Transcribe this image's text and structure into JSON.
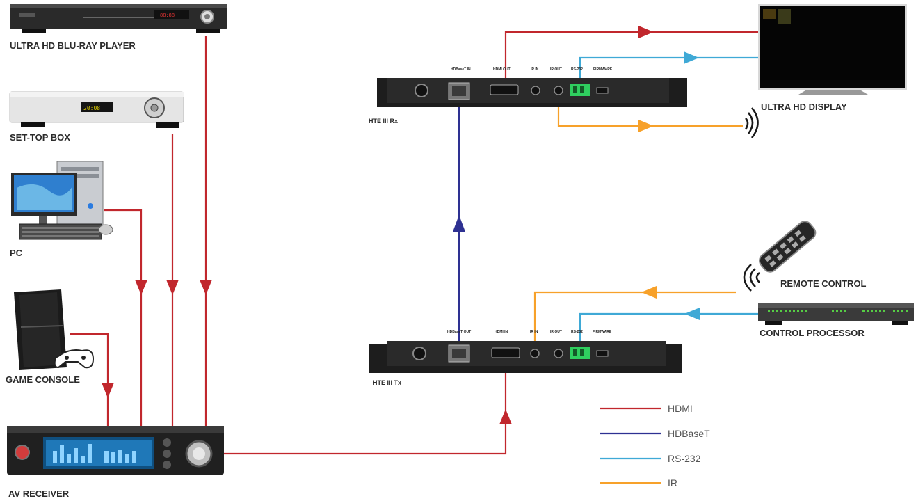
{
  "devices": {
    "bluray": "ULTRA HD BLU-RAY PLAYER",
    "stb": "SET-TOP BOX",
    "pc": "PC",
    "console": "GAME CONSOLE",
    "receiver": "AV RECEIVER",
    "rx": "HTE III Rx",
    "tx": "HTE III Tx",
    "display": "ULTRA HD DISPLAY",
    "remote": "REMOTE CONTROL",
    "processor": "CONTROL PROCESSOR"
  },
  "rx_ports": [
    "HDBaseT IN",
    "HDMI OUT",
    "IR IN",
    "IR OUT",
    "RS-232",
    "FIRMWARE"
  ],
  "tx_ports": [
    "HDBaseT OUT",
    "HDMI IN",
    "IR IN",
    "IR OUT",
    "RS-232",
    "FIRMWARE"
  ],
  "legend": [
    {
      "label": "HDMI",
      "color": "#c1272d"
    },
    {
      "label": "HDBaseT",
      "color": "#2e3192"
    },
    {
      "label": "RS-232",
      "color": "#3fa9d6"
    },
    {
      "label": "IR",
      "color": "#f7a12a"
    }
  ],
  "colors": {
    "hdmi": "#c1272d",
    "hdbaset": "#2e3192",
    "rs232": "#3fa9d6",
    "ir": "#f7a12a"
  }
}
